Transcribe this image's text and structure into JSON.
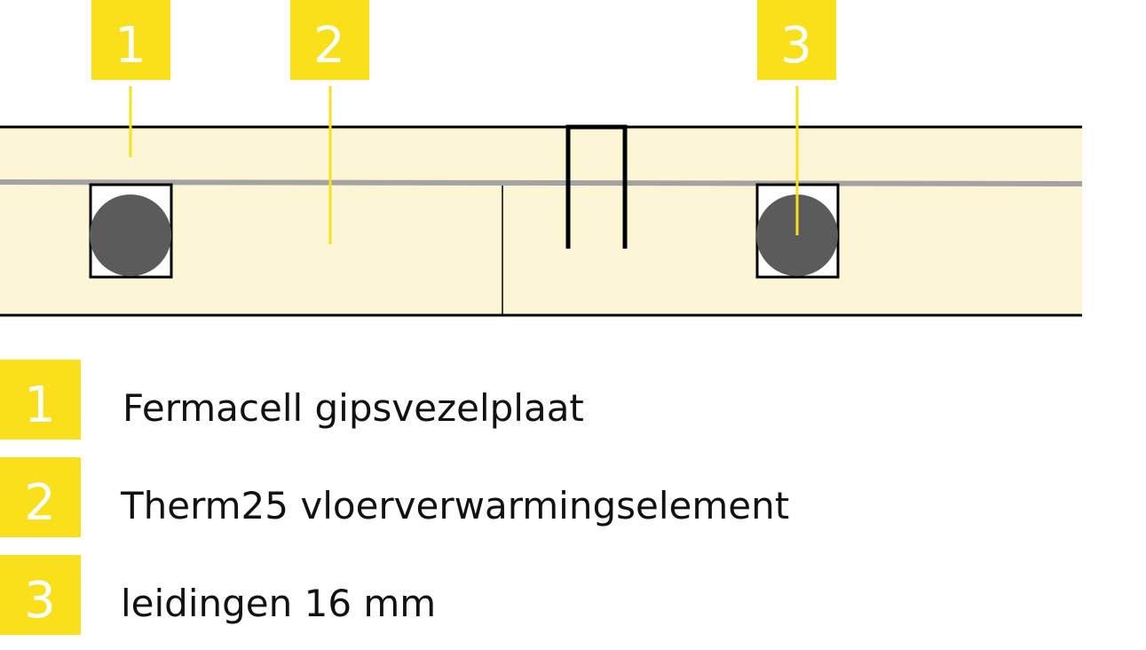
{
  "colors": {
    "panel": "#fcf6d6",
    "accent": "#f9e01b",
    "foil": "#a3a3a3",
    "pipe": "#5b5b5b",
    "line": "#000000"
  },
  "callouts": [
    {
      "number": "1"
    },
    {
      "number": "2"
    },
    {
      "number": "3"
    }
  ],
  "legend": [
    {
      "number": "1",
      "label": "Fermacell gipsvezelplaat"
    },
    {
      "number": "2",
      "label": "Therm25 vloerverwarmingselement"
    },
    {
      "number": "3",
      "label": "leidingen 16 mm"
    }
  ]
}
